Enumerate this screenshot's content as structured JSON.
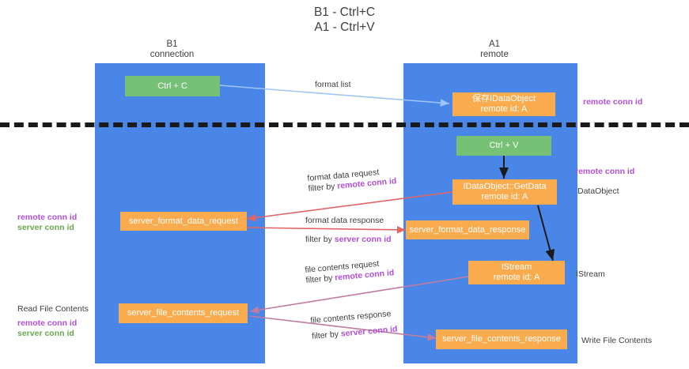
{
  "title": "B1 - Ctrl+C\nA1 - Ctrl+V",
  "columns": {
    "left": "B1\nconnection",
    "right": "A1\nremote"
  },
  "boxes": {
    "ctrl_c": "Ctrl + C",
    "ctrl_v": "Ctrl + V",
    "idataobject": "保存IDataObject\nremote id: A",
    "getdata": "IDataObject::GetData\nremote id: A",
    "istream": "IStream\nremote id: A",
    "server_format_data_request": "server_format_data_request",
    "server_format_data_response": "server_format_data_response",
    "server_file_contents_request": "server_file_contents_request",
    "server_file_contents_response": "server_file_contents_response"
  },
  "edge_labels": {
    "format_list": "format list",
    "format_data_request": "format data request",
    "format_data_request_filter_prefix": "filter by ",
    "format_data_request_filter_key": "remote conn id",
    "format_data_response": "format data response",
    "format_data_response_filter_prefix": "filter by ",
    "format_data_response_filter_key": "server conn id",
    "file_contents_request": "file contents request",
    "file_contents_request_filter_prefix": "filter by ",
    "file_contents_request_filter_key": "remote conn id",
    "file_contents_response": "file contents response",
    "file_contents_response_filter_prefix": "filter by ",
    "file_contents_response_filter_key": "server conn id"
  },
  "side_labels": {
    "remote_conn_id_top": "remote conn id",
    "remote_conn_id_mid": "remote conn id",
    "dataobject": "DataObject",
    "istream": "IStream",
    "write_file_contents": "Write File Contents",
    "read_file_contents": "Read File Contents"
  },
  "legend_left": {
    "mid_remote": "remote conn id",
    "mid_server": "server conn id",
    "low_remote": "remote conn id",
    "low_server": "server conn id"
  },
  "colors": {
    "lane": "#4a86e8",
    "green_box": "#77c176",
    "orange_box": "#f9ab4e",
    "purple_text": "#b14fd8",
    "green_text": "#6aa84f",
    "arrow_blue": "#9fc5f8",
    "arrow_red": "#e06666",
    "arrow_magenta": "#c27ba0",
    "arrow_black": "#1a1a1a",
    "divider": "#1a1a1a"
  }
}
